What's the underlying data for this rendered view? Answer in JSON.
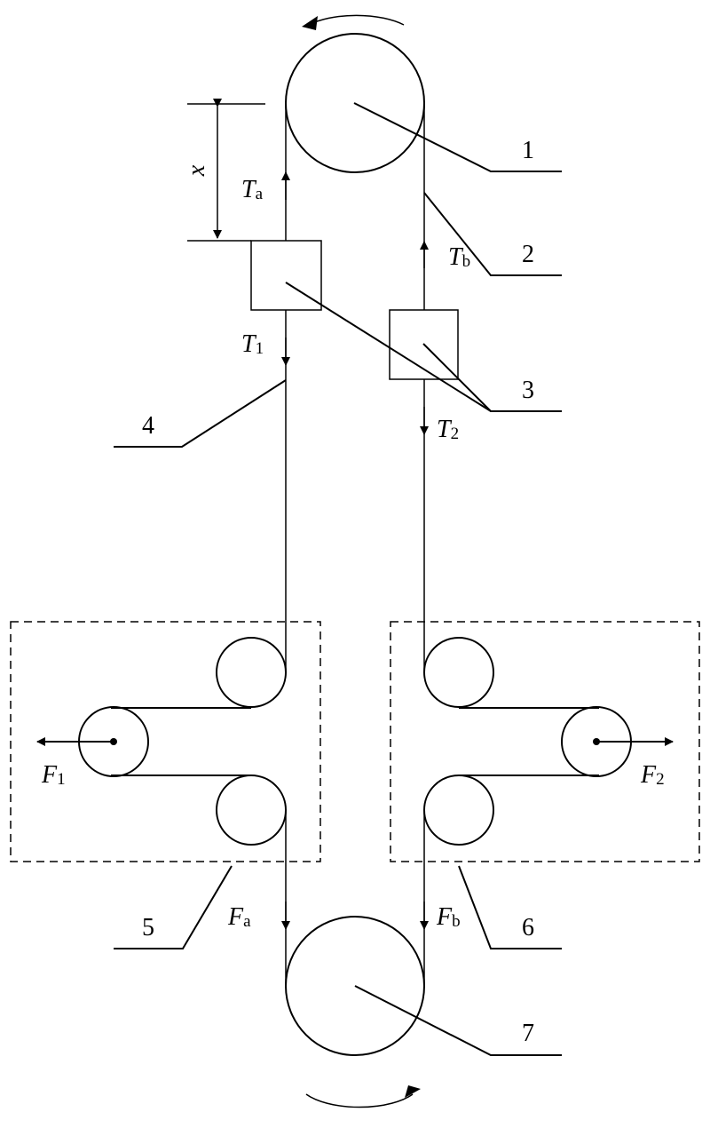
{
  "labels": {
    "n1": "1",
    "n2": "2",
    "n3": "3",
    "n4": "4",
    "n5": "5",
    "n6": "6",
    "n7": "7"
  },
  "symbols": {
    "x": "x",
    "Ta": {
      "main": "T",
      "sub": "a"
    },
    "Tb": {
      "main": "T",
      "sub": "b"
    },
    "T1": {
      "main": "T",
      "sub": "1"
    },
    "T2": {
      "main": "T",
      "sub": "2"
    },
    "F1": {
      "main": "F",
      "sub": "1"
    },
    "F2": {
      "main": "F",
      "sub": "2"
    },
    "Fa": {
      "main": "F",
      "sub": "a"
    },
    "Fb": {
      "main": "F",
      "sub": "b"
    }
  }
}
